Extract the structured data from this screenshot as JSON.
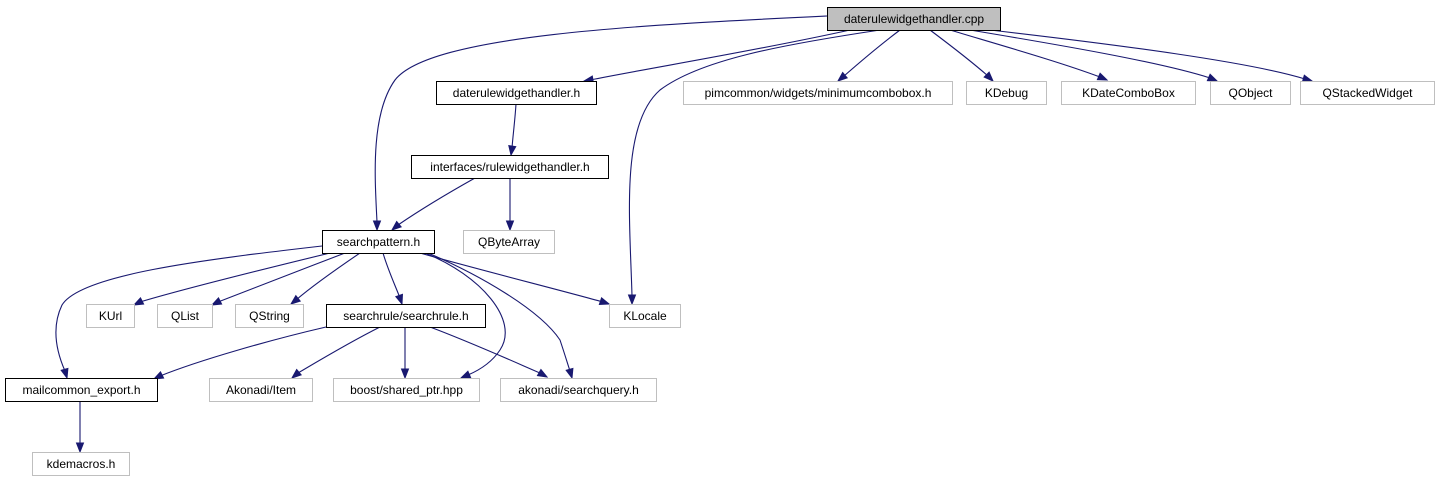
{
  "diagram": {
    "title": "daterulewidgethandler.cpp include dependency graph",
    "colors": {
      "edge": "#191970",
      "root_fill": "#bfbfbf",
      "documented_border": "#000000",
      "external_border": "#bfbfbf",
      "text": "#000000"
    },
    "nodes": [
      {
        "id": "root",
        "label": "daterulewidgethandler.cpp",
        "kind": "root"
      },
      {
        "id": "drwh_h",
        "label": "daterulewidgethandler.h",
        "kind": "documented"
      },
      {
        "id": "mincombo",
        "label": "pimcommon/widgets/minimumcombobox.h",
        "kind": "external"
      },
      {
        "id": "kdebug",
        "label": "KDebug",
        "kind": "external"
      },
      {
        "id": "kdatecombo",
        "label": "KDateComboBox",
        "kind": "external"
      },
      {
        "id": "qobject",
        "label": "QObject",
        "kind": "external"
      },
      {
        "id": "qstacked",
        "label": "QStackedWidget",
        "kind": "external"
      },
      {
        "id": "rwh_h",
        "label": "interfaces/rulewidgethandler.h",
        "kind": "documented"
      },
      {
        "id": "qbytearray",
        "label": "QByteArray",
        "kind": "external"
      },
      {
        "id": "searchpattern",
        "label": "searchpattern.h",
        "kind": "documented"
      },
      {
        "id": "kurl",
        "label": "KUrl",
        "kind": "external"
      },
      {
        "id": "qlist",
        "label": "QList",
        "kind": "external"
      },
      {
        "id": "qstring",
        "label": "QString",
        "kind": "external"
      },
      {
        "id": "searchrule",
        "label": "searchrule/searchrule.h",
        "kind": "documented"
      },
      {
        "id": "klocale",
        "label": "KLocale",
        "kind": "external"
      },
      {
        "id": "mcexport",
        "label": "mailcommon_export.h",
        "kind": "documented"
      },
      {
        "id": "akitem",
        "label": "Akonadi/Item",
        "kind": "external"
      },
      {
        "id": "sharedptr",
        "label": "boost/shared_ptr.hpp",
        "kind": "external"
      },
      {
        "id": "searchquery",
        "label": "akonadi/searchquery.h",
        "kind": "external"
      },
      {
        "id": "kdemacros",
        "label": "kdemacros.h",
        "kind": "external"
      }
    ],
    "edges": [
      {
        "from": "root",
        "to": "drwh_h"
      },
      {
        "from": "root",
        "to": "mincombo"
      },
      {
        "from": "root",
        "to": "kdebug"
      },
      {
        "from": "root",
        "to": "kdatecombo"
      },
      {
        "from": "root",
        "to": "qobject"
      },
      {
        "from": "root",
        "to": "qstacked"
      },
      {
        "from": "root",
        "to": "searchpattern"
      },
      {
        "from": "root",
        "to": "klocale"
      },
      {
        "from": "drwh_h",
        "to": "rwh_h"
      },
      {
        "from": "rwh_h",
        "to": "searchpattern"
      },
      {
        "from": "rwh_h",
        "to": "qbytearray"
      },
      {
        "from": "searchpattern",
        "to": "kurl"
      },
      {
        "from": "searchpattern",
        "to": "qlist"
      },
      {
        "from": "searchpattern",
        "to": "qstring"
      },
      {
        "from": "searchpattern",
        "to": "searchrule"
      },
      {
        "from": "searchpattern",
        "to": "klocale"
      },
      {
        "from": "searchpattern",
        "to": "mcexport"
      },
      {
        "from": "searchpattern",
        "to": "sharedptr"
      },
      {
        "from": "searchpattern",
        "to": "searchquery"
      },
      {
        "from": "searchrule",
        "to": "mcexport"
      },
      {
        "from": "searchrule",
        "to": "akitem"
      },
      {
        "from": "searchrule",
        "to": "sharedptr"
      },
      {
        "from": "searchrule",
        "to": "searchquery"
      },
      {
        "from": "mcexport",
        "to": "kdemacros"
      }
    ]
  }
}
